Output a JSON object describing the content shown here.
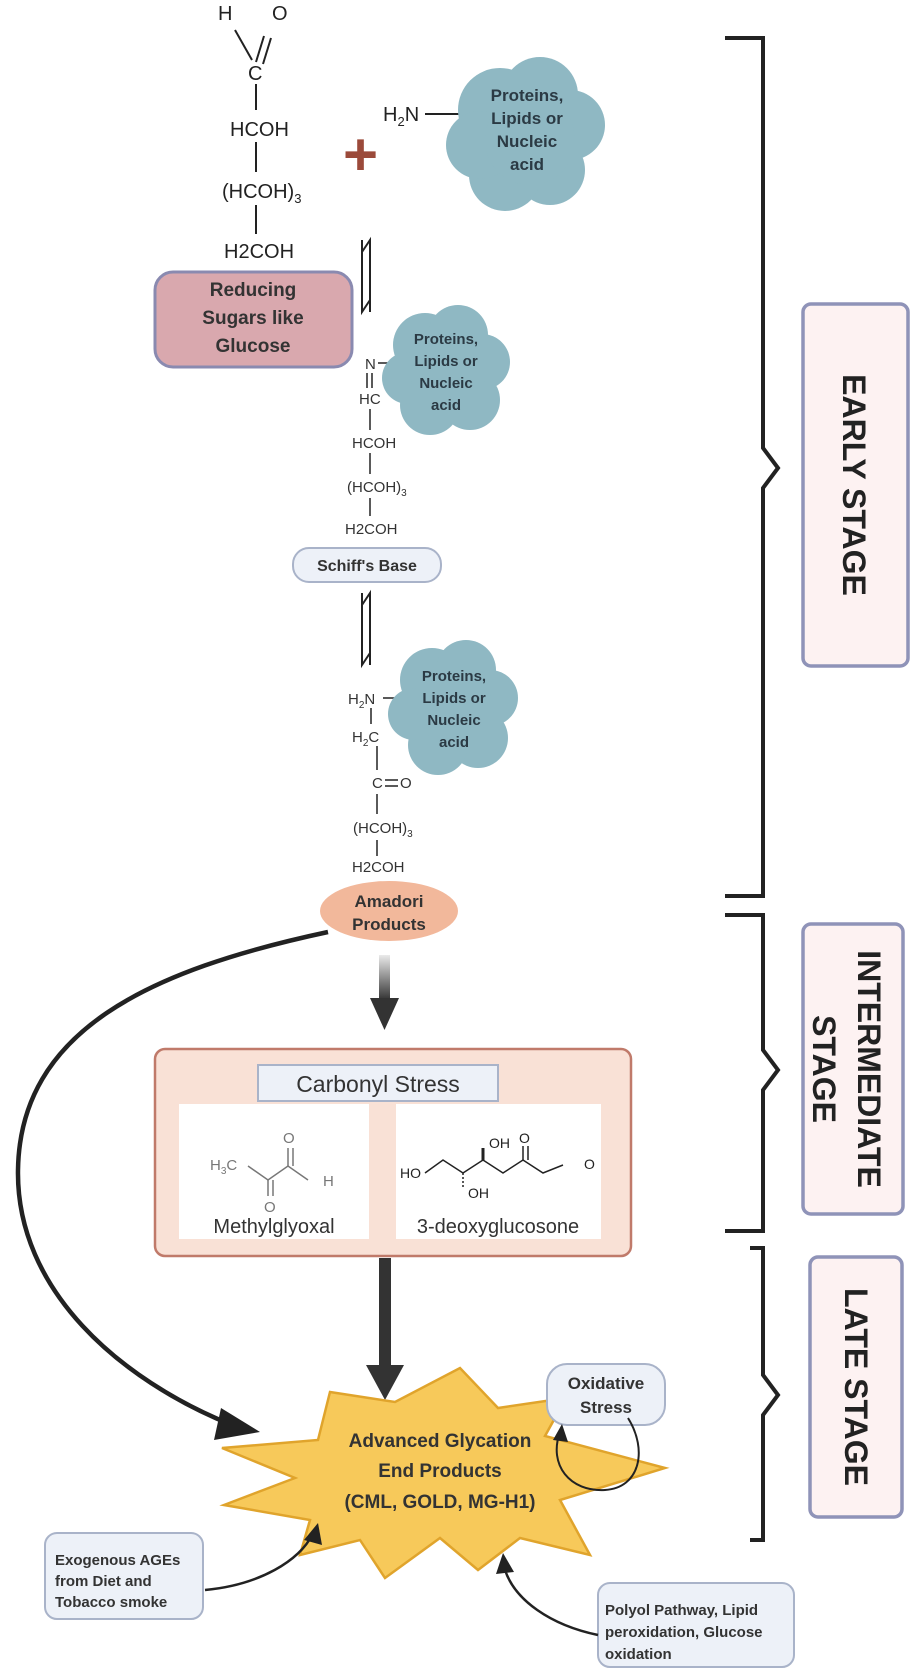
{
  "glucose": {
    "h": "H",
    "o": "O",
    "c": "C",
    "hcoh": "HCOH",
    "hcoh3": "(HCOH)",
    "sub3": "3",
    "h2coh": "H2COH"
  },
  "plus": "+",
  "amine": {
    "h2n": "H",
    "sub2": "2",
    "n": "N"
  },
  "cloud1": [
    "Proteins,",
    "Lipids or",
    "Nucleic",
    "acid"
  ],
  "cloud2": [
    "Proteins,",
    "Lipids or",
    "Nucleic",
    "acid"
  ],
  "cloud3": [
    "Proteins,",
    "Lipids or",
    "Nucleic",
    "acid"
  ],
  "reducing_sugars": [
    "Reducing",
    "Sugars like",
    "Glucose"
  ],
  "schiff": {
    "n": "N",
    "hc": "HC",
    "hcoh": "HCOH",
    "hcoh3": "(HCOH)",
    "sub3": "3",
    "h2coh": "H2COH",
    "label": "Schiff's Base"
  },
  "amadori": {
    "h2n": "H",
    "sub2": "2",
    "n": "N",
    "h2c": "H",
    "c": "C",
    "co": "C",
    "o": "O",
    "hcoh3": "(HCOH)",
    "sub3": "3",
    "h2coh": "H2COH",
    "label": [
      "Amadori",
      "Products"
    ]
  },
  "carbonyl": {
    "title": "Carbonyl Stress",
    "mgo_label": "Methylglyoxal",
    "mgo_h3c": "H",
    "mgo_sub3": "3",
    "mgo_c": "C",
    "mgo_o1": "O",
    "mgo_o2": "O",
    "mgo_h": "H",
    "dg_label": "3-deoxyglucosone",
    "dg_ho": "HO",
    "dg_oh1": "OH",
    "dg_oh2": "OH",
    "dg_o1": "O",
    "dg_o2": "O"
  },
  "ages": [
    "Advanced Glycation",
    "End Products",
    "(CML, GOLD, MG-H1)"
  ],
  "oxidative": [
    "Oxidative",
    "Stress"
  ],
  "exogenous": [
    "Exogenous AGEs",
    "from Diet and",
    "Tobacco smoke"
  ],
  "polyol": [
    "Polyol Pathway, Lipid",
    "peroxidation, Glucose",
    "oxidation"
  ],
  "stages": {
    "early": "EARLY STAGE",
    "intermediate": [
      "INTERMEDIATE",
      "STAGE"
    ],
    "late": "LATE STAGE"
  },
  "colors": {
    "cloud": "#8fb8c3",
    "reducing_fill": "#d9a8ae",
    "reducing_stroke": "#8a8ab0",
    "amadori_fill": "#f2b89b",
    "carbonyl_fill": "#f9e1d6",
    "carbonyl_stroke": "#c07a6a",
    "ages_fill": "#f7c95a",
    "ages_stroke": "#e0a42c",
    "stage_fill": "#fdf2f2",
    "stage_stroke": "#8f93b8",
    "plus": "#9b4a3a",
    "pill_fill": "#edf1f8",
    "pill_stroke": "#a9b3c9"
  }
}
